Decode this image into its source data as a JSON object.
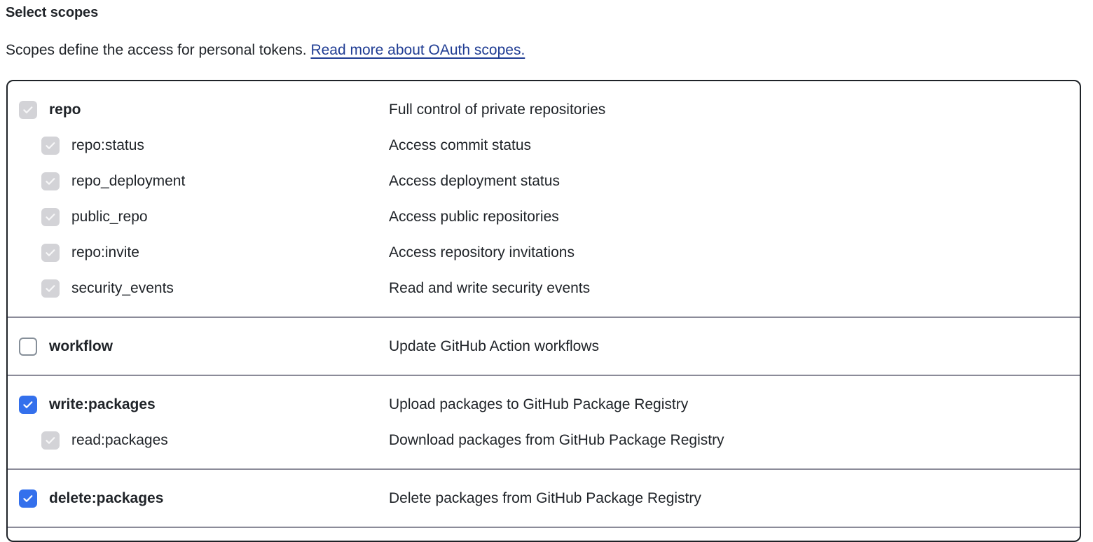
{
  "header": {
    "title": "Select scopes",
    "description_text": "Scopes define the access for personal tokens.",
    "link_label": "Read more about OAuth scopes.",
    "link_color": "#1f3c93"
  },
  "colors": {
    "checked": "#3470ec",
    "disabled": "#d3d3d7",
    "unchecked_border": "#868f99",
    "box_border": "#1f2328",
    "divider": "#8b8b99",
    "text": "#1f2328"
  },
  "scope_groups": [
    {
      "name": "repo-group",
      "rows": [
        {
          "id": "repo",
          "label": "repo",
          "description": "Full control of private repositories",
          "level": "parent",
          "state": "disabled-checked",
          "checkbox_icon": "checkbox-checked-icon"
        },
        {
          "id": "repo-status",
          "label": "repo:status",
          "description": "Access commit status",
          "level": "child",
          "state": "disabled-checked",
          "checkbox_icon": "checkbox-checked-icon"
        },
        {
          "id": "repo-deployment",
          "label": "repo_deployment",
          "description": "Access deployment status",
          "level": "child",
          "state": "disabled-checked",
          "checkbox_icon": "checkbox-checked-icon"
        },
        {
          "id": "public-repo",
          "label": "public_repo",
          "description": "Access public repositories",
          "level": "child",
          "state": "disabled-checked",
          "checkbox_icon": "checkbox-checked-icon"
        },
        {
          "id": "repo-invite",
          "label": "repo:invite",
          "description": "Access repository invitations",
          "level": "child",
          "state": "disabled-checked",
          "checkbox_icon": "checkbox-checked-icon"
        },
        {
          "id": "security-events",
          "label": "security_events",
          "description": "Read and write security events",
          "level": "child",
          "state": "disabled-checked",
          "checkbox_icon": "checkbox-checked-icon"
        }
      ]
    },
    {
      "name": "workflow-group",
      "rows": [
        {
          "id": "workflow",
          "label": "workflow",
          "description": "Update GitHub Action workflows",
          "level": "parent",
          "state": "unchecked",
          "checkbox_icon": "checkbox-empty-icon"
        }
      ]
    },
    {
      "name": "write-packages-group",
      "rows": [
        {
          "id": "write-packages",
          "label": "write:packages",
          "description": "Upload packages to GitHub Package Registry",
          "level": "parent",
          "state": "checked",
          "checkbox_icon": "checkbox-checked-icon"
        },
        {
          "id": "read-packages",
          "label": "read:packages",
          "description": "Download packages from GitHub Package Registry",
          "level": "child",
          "state": "disabled-checked",
          "checkbox_icon": "checkbox-checked-icon"
        }
      ]
    },
    {
      "name": "delete-packages-group",
      "rows": [
        {
          "id": "delete-packages",
          "label": "delete:packages",
          "description": "Delete packages from GitHub Package Registry",
          "level": "parent",
          "state": "checked",
          "checkbox_icon": "checkbox-checked-icon"
        }
      ]
    },
    {
      "name": "next-group-partial",
      "rows": []
    }
  ]
}
